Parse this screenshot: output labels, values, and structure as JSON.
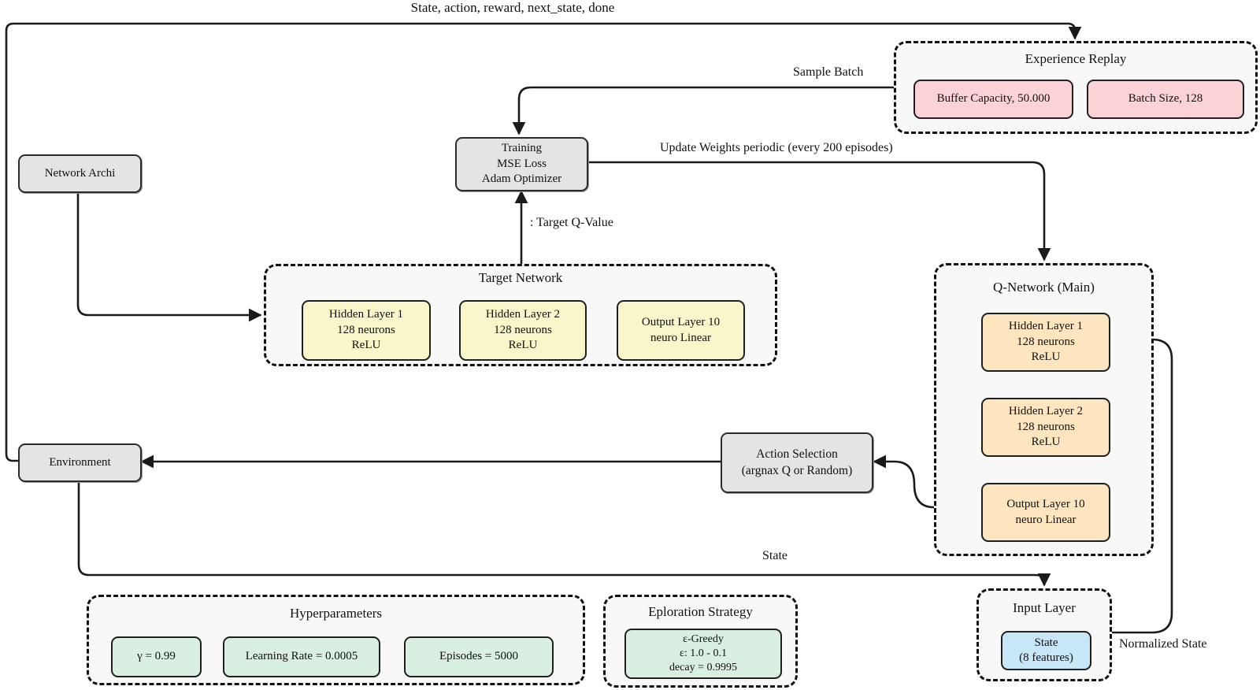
{
  "labels": {
    "top_flow": "State, action, reward, next_state, done",
    "sample_batch": "Sample Batch",
    "update_weights": "Update Weights periodic (every 200 episodes)",
    "target_q_value": ": Target Q-Value",
    "state": "State",
    "normalized_state": "Normalized State"
  },
  "nodes": {
    "network_archi": "Network Archi",
    "environment": "Environment",
    "training": "Training\nMSE Loss\nAdam Optimizer",
    "action_selection": "Action Selection\n(argnax Q or Random)"
  },
  "groups": {
    "experience_replay": {
      "title": "Experience Replay",
      "items": [
        "Buffer Capacity, 50.000",
        "Batch Size, 128"
      ]
    },
    "target_network": {
      "title": "Target Network",
      "items": [
        "Hidden Layer 1\n128 neurons\nReLU",
        "Hidden Layer 2\n128 neurons\nReLU",
        "Output Layer 10\nneuro Linear"
      ]
    },
    "q_network": {
      "title": "Q-Network (Main)",
      "items": [
        "Hidden Layer 1\n128 neurons\nReLU",
        "Hidden Layer 2\n128 neurons\nReLU",
        "Output Layer 10\nneuro Linear"
      ]
    },
    "input_layer": {
      "title": "Input Layer",
      "items": [
        "State\n(8 features)"
      ]
    },
    "hyperparameters": {
      "title": "Hyperparameters",
      "items": [
        "γ = 0.99",
        "Learning Rate = 0.0005",
        "Episodes = 5000"
      ]
    },
    "exploration_strategy": {
      "title": "Eploration Strategy",
      "items": [
        "ε-Greedy\nε: 1.0 - 0.1\ndecay = 0.9995"
      ]
    }
  },
  "colors": {
    "node_gray": "#e4e4e4",
    "pink": "#fbd2d6",
    "yellow": "#f9f7ca",
    "orange": "#fce5bf",
    "green": "#d9efe2",
    "blue": "#c7e7f9",
    "group_bg": "#f8f8f8",
    "line": "#1a1a1a"
  }
}
